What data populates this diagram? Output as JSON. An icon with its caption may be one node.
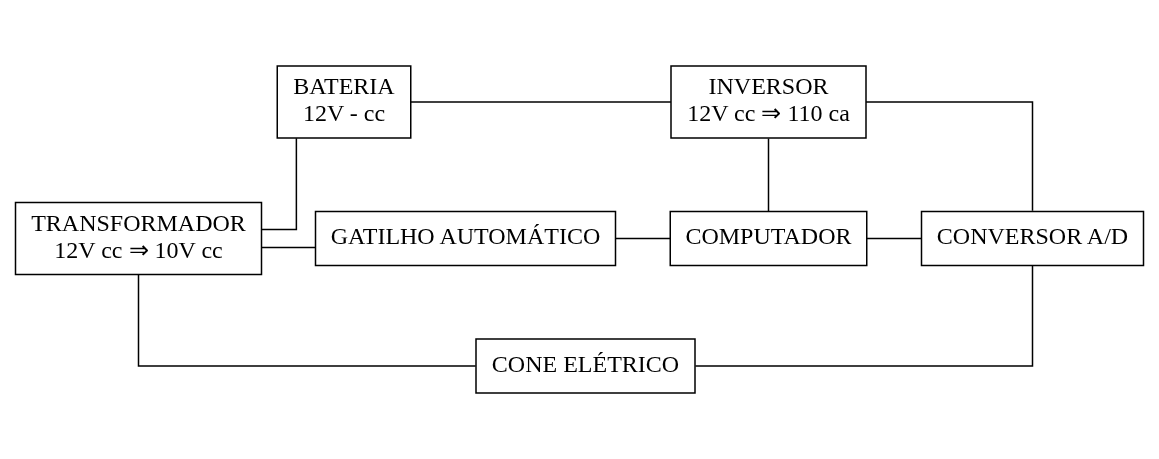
{
  "diagram": {
    "nodes": [
      {
        "text": [
          "BATERIA",
          "12V - cc"
        ]
      },
      {
        "text": [
          "INVERSOR",
          "12V cc ⇒ 110 ca"
        ]
      },
      {
        "text": [
          "TRANSFORMADOR",
          "12V cc ⇒ 10V cc"
        ]
      },
      {
        "text": [
          "GATILHO AUTOMÁTICO"
        ]
      },
      {
        "text": [
          "COMPUTADOR"
        ]
      },
      {
        "text": [
          "CONVERSOR A/D"
        ]
      },
      {
        "text": [
          "CONE ELÉTRICO"
        ]
      }
    ],
    "edges": [
      {
        "from": 0,
        "to": 1,
        "arrow": "none"
      },
      {
        "from": 1,
        "to": 5,
        "arrow": "none"
      },
      {
        "from": 0,
        "to": 2,
        "arrow": "none"
      },
      {
        "from": 1,
        "to": 4,
        "arrow": "none"
      },
      {
        "from": 2,
        "to": 3,
        "arrow": "none"
      },
      {
        "from": 3,
        "to": 4,
        "arrow": "none"
      },
      {
        "from": 4,
        "to": 5,
        "arrow": "none"
      },
      {
        "from": 2,
        "to": 6,
        "arrow": "none"
      },
      {
        "from": 5,
        "to": 6,
        "arrow": "none"
      }
    ]
  }
}
